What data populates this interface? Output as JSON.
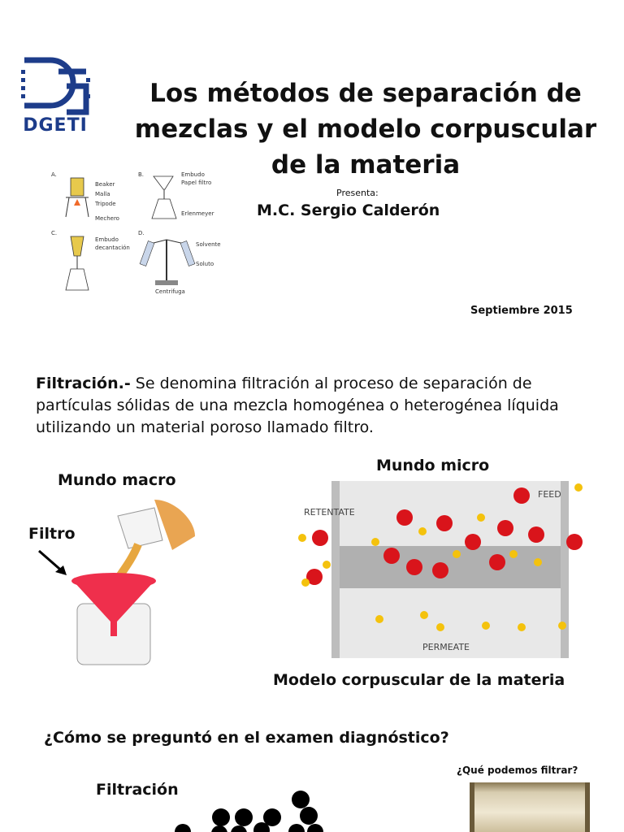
{
  "logo": {
    "label": "DGETI",
    "icon": "dgeti-logo-icon",
    "color": "#1d3c8a"
  },
  "title": "Los métodos de separación de mezclas y el modelo corpuscular de la materia",
  "lab_figure": {
    "panel_labels": [
      "A.",
      "B.",
      "C.",
      "D."
    ],
    "labels_a": [
      "Beaker",
      "Malla",
      "Tripode",
      "Mechero"
    ],
    "labels_b": [
      "Embudo",
      "Papel filtro",
      "Erlenmeyer"
    ],
    "labels_c": [
      "Embudo",
      "decantación"
    ],
    "labels_d": [
      "Solvente",
      "Soluto",
      "Centrifuga"
    ]
  },
  "presenta_label": "Presenta:",
  "author": "M.C. Sergio Calderón",
  "date": "Septiembre 2015",
  "definition": {
    "term": "Filtración.-",
    "text": " Se denomina filtración al proceso de separación de partículas sólidas de una mezcla homogénea o heterogénea líquida utilizando un material poroso llamado filtro."
  },
  "macro": {
    "heading": "Mundo macro",
    "filter_label": "Filtro"
  },
  "micro": {
    "heading": "Mundo micro",
    "labels": {
      "retentate": "RETENTATE",
      "feed": "FEED",
      "permeate": "PERMEATE"
    },
    "colors": {
      "large": "#d9141b",
      "small": "#f4c20d"
    }
  },
  "model_caption": "Modelo corpuscular de la materia",
  "question": "¿Cómo se preguntó en el examen diagnóstico?",
  "filtrar_question": "¿Qué podemos filtrar?",
  "bottom_label": "Filtración"
}
